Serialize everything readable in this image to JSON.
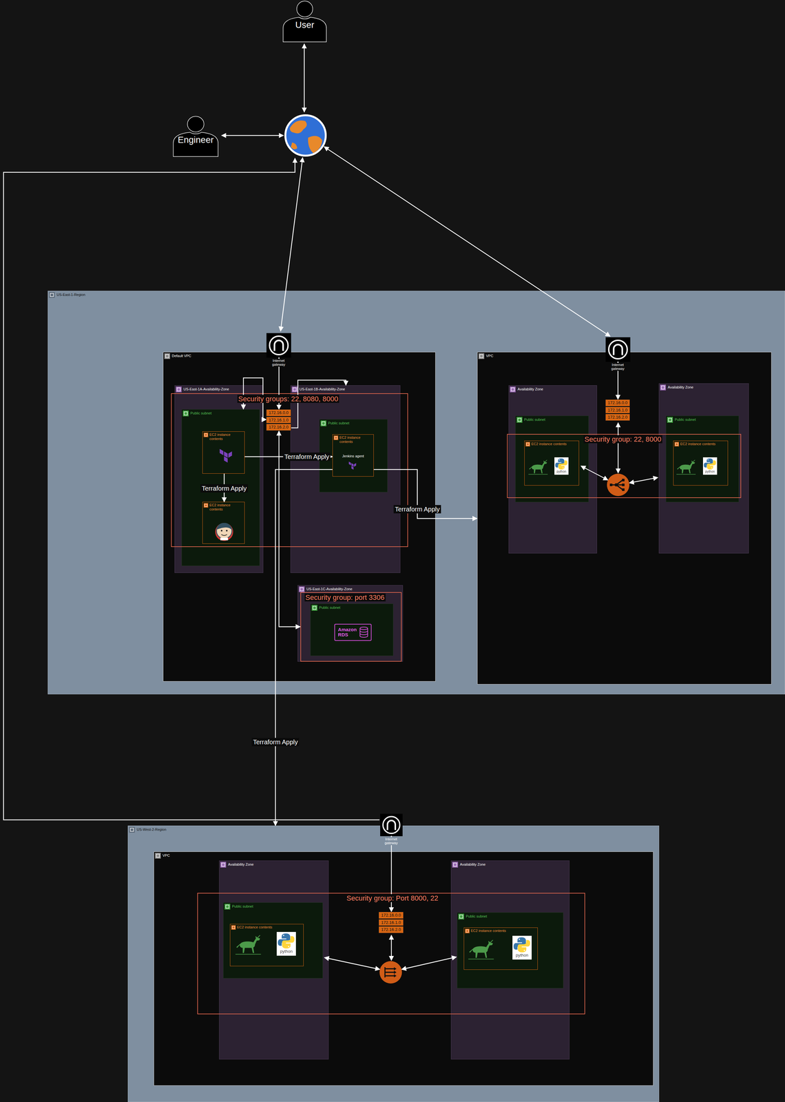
{
  "diagram": {
    "nodes": [
      {
        "text": [
          "User"
        ]
      },
      {
        "text": [
          "Engineer"
        ]
      },
      {
        "text": [
          "US-East-1-Region"
        ]
      },
      {
        "text": [
          "Default VPC"
        ],
        "in": 2
      },
      {
        "text": [
          "Internet gateway"
        ],
        "in": 2
      },
      {
        "text": [
          "US-East-1A-Availability-Zone"
        ],
        "in": 3
      },
      {
        "text": [
          "Public subnet"
        ],
        "in": 5
      },
      {
        "text": [
          "EC2 instance contents"
        ],
        "in": 6
      },
      {
        "text": [
          "EC2 instance contents"
        ],
        "in": 6
      },
      {
        "text": [
          "172.16.0.0",
          "172.16.1.0",
          "172.16.2.0"
        ],
        "in": 3
      },
      {
        "text": [
          "US-East-1B-Availability-Zone"
        ],
        "in": 3
      },
      {
        "text": [
          "Public subnet"
        ],
        "in": 10
      },
      {
        "text": [
          "EC2 instance contents",
          "Jenkins agent"
        ],
        "in": 11
      },
      {
        "text": [
          "Security groups: 22, 8080, 8000"
        ],
        "in": 3
      },
      {
        "text": [
          "US-East-1C-Availability-Zone"
        ],
        "in": 3
      },
      {
        "text": [
          "Security group: port 3306"
        ],
        "in": 14
      },
      {
        "text": [
          "Public subnet"
        ],
        "in": 15
      },
      {
        "text": [
          "Amazon RDS"
        ],
        "in": 16
      },
      {
        "text": [
          "VPC"
        ],
        "in": 2
      },
      {
        "text": [
          "Internet gateway"
        ],
        "in": 2
      },
      {
        "text": [
          "Availability Zone"
        ],
        "in": 18
      },
      {
        "text": [
          "Public subnet"
        ],
        "in": 20
      },
      {
        "text": [
          "EC2 instance contents"
        ],
        "in": 21
      },
      {
        "text": [
          "172.16.0.0",
          "172.16.1.0",
          "172.16.2.0"
        ],
        "in": 18
      },
      {
        "text": [
          "Availability Zone"
        ],
        "in": 18
      },
      {
        "text": [
          "Public subnet"
        ],
        "in": 24
      },
      {
        "text": [
          "EC2 instance contents"
        ],
        "in": 25
      },
      {
        "text": [
          "Security group: 22, 8000"
        ],
        "in": 18
      },
      {
        "text": [
          "US-West-2-Region"
        ]
      },
      {
        "text": [
          "Internet gateway"
        ],
        "in": 28
      },
      {
        "text": [
          "VPC"
        ],
        "in": 28
      },
      {
        "text": [
          "Availability Zone"
        ],
        "in": 30
      },
      {
        "text": [
          "Public subnet"
        ],
        "in": 31
      },
      {
        "text": [
          "EC2 instance contents"
        ],
        "in": 32
      },
      {
        "text": [
          "Availability Zone"
        ],
        "in": 30
      },
      {
        "text": [
          "Public subnet"
        ],
        "in": 34
      },
      {
        "text": [
          "EC2 instance contents"
        ],
        "in": 35
      },
      {
        "text": [
          "172.16.0.0",
          "172.16.1.0",
          "172.16.2.0"
        ],
        "in": 30
      },
      {
        "text": [
          "Security group: Port 8000, 22"
        ],
        "in": 30
      }
    ],
    "edges": [
      {
        "from": 4,
        "to": 9,
        "arrow": "both"
      },
      {
        "from": 9,
        "to": 6,
        "arrow": "both"
      },
      {
        "from": 9,
        "to": 10,
        "arrow": "to"
      },
      {
        "from": 9,
        "to": 15,
        "arrow": "both"
      },
      {
        "from": 7,
        "to": 12,
        "label": "Terraform Apply",
        "arrow": "to"
      },
      {
        "from": 7,
        "to": 8,
        "label": "Terraform Apply",
        "arrow": "to"
      },
      {
        "from": 12,
        "to": 18,
        "label": "Terraform Apply",
        "arrow": "to"
      },
      {
        "from": 12,
        "to": 28,
        "label": "Terraform Apply",
        "arrow": "to"
      },
      {
        "from": 19,
        "to": 23,
        "arrow": "both"
      },
      {
        "from": 29,
        "to": 37,
        "arrow": "both"
      }
    ],
    "labels": [
      "python",
      "python",
      "python",
      "python"
    ]
  }
}
